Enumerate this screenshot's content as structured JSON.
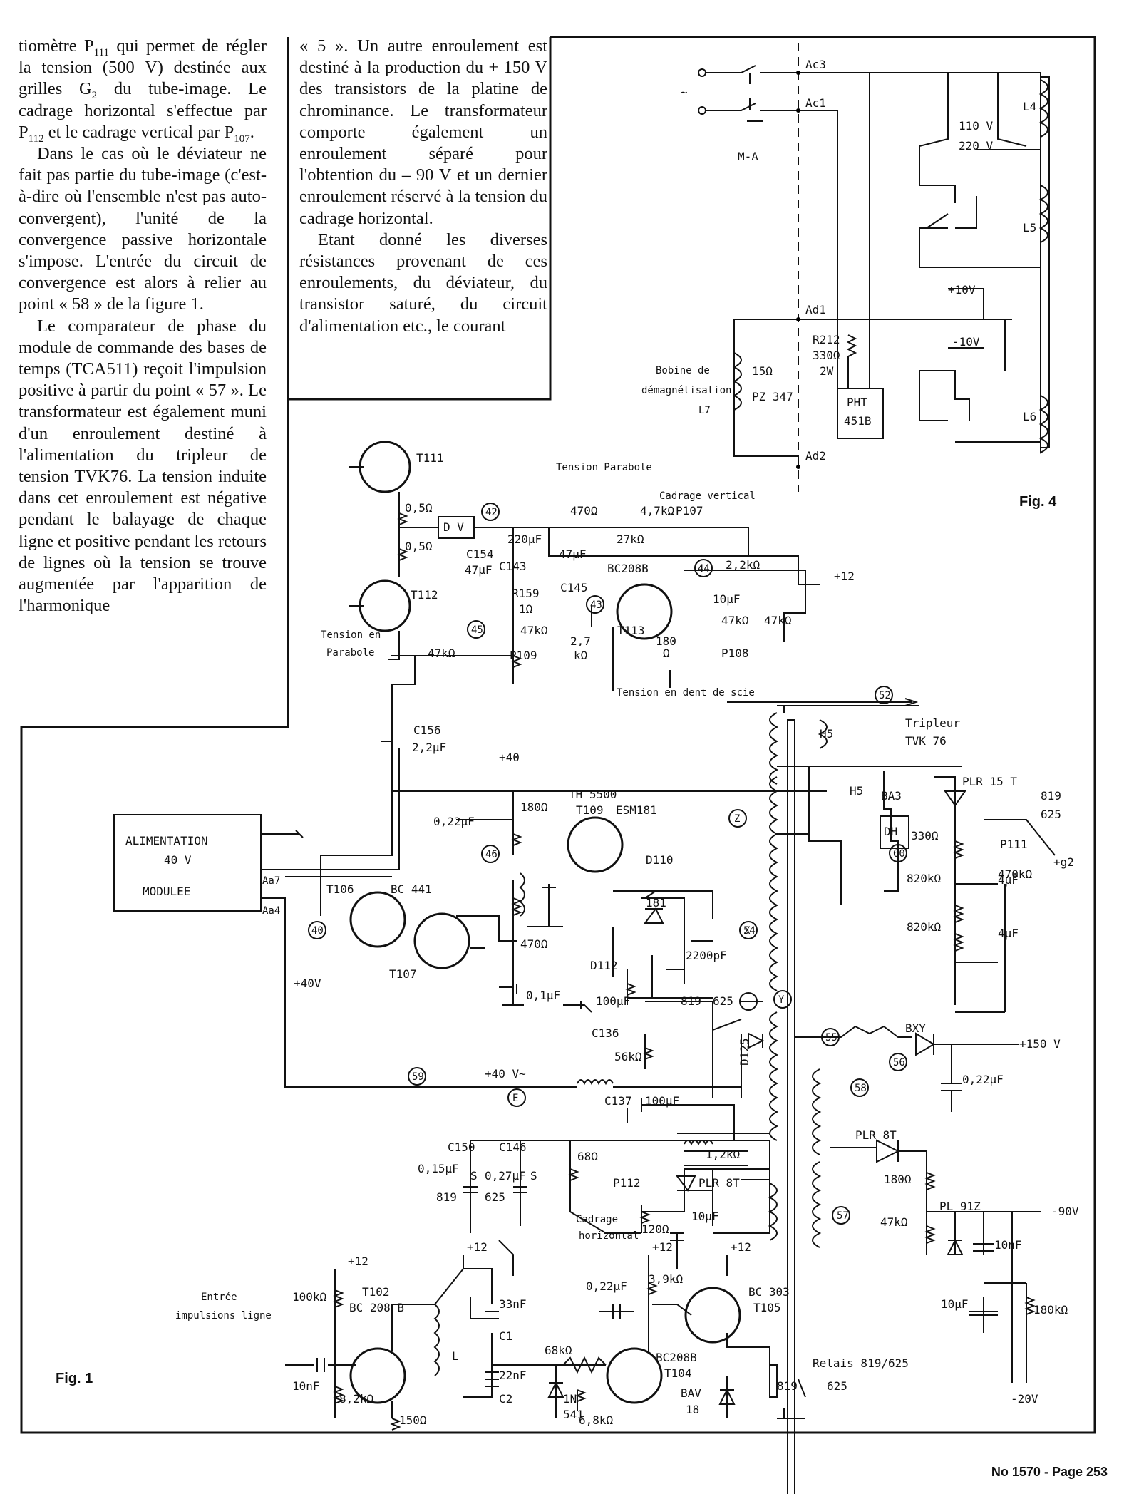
{
  "column1": {
    "p1": {
      "a": "tiomètre P",
      "s1": "111",
      "b": " qui permet de régler la tension (500 V) destinée aux grilles G",
      "s2": "2",
      "c": " du tube-image. Le cadrage horizontal s'effectue par P",
      "s3": "112",
      "d": " et le cadrage vertical par P",
      "s4": "107",
      "e": "."
    },
    "p2": "Dans le cas où le déviateur ne fait pas partie du tube-image (c'est-à-dire où l'ensemble n'est pas auto-convergent), l'unité de la convergence passive horizontale s'impose. L'entrée du circuit de convergence est alors à relier au point « 58 » de la figure 1.",
    "p3": "Le comparateur de phase du module de commande des bases de temps (TCA511) reçoit l'impulsion positive à partir du point « 57 ». Le transformateur est également muni d'un enroulement destiné à l'alimentation du tripleur de tension TVK76. La tension induite dans cet enroulement est négative pendant le balayage de chaque ligne et positive pendant les retours de lignes où la tension se trouve augmentée par l'apparition de l'harmonique"
  },
  "column2": {
    "p1": "« 5 ». Un autre enroulement est destiné à la production du + 150 V des transistors de la platine de chrominance. Le transformateur comporte également un enroulement séparé pour l'obtention du – 90 V et un dernier enroulement réservé à la tension du cadrage horizontal.",
    "p2": "Etant donné les diverses résistances provenant de ces enroulements, du déviateur, du transistor saturé, du circuit d'alimentation etc., le courant"
  },
  "fig4": {
    "caption": "Fig. 4",
    "labels": [
      "Ac3",
      "Ac1",
      "M-A",
      "110 V",
      "220 V",
      "L4",
      "L5",
      "+10V",
      "-10V",
      "Ad1",
      "Ad2",
      "R212",
      "330Ω",
      "2W",
      "PHT",
      "451B",
      "Bobine de",
      "démagnétisation",
      "L7",
      "15Ω",
      "PZ 347",
      "L6",
      "~"
    ]
  },
  "fig1": {
    "caption": "Fig. 1",
    "labels": {
      "t111": "T111",
      "r05a": "0,5Ω",
      "dv": "D V",
      "r05b": "0,5Ω",
      "t112": "T112",
      "tens_par": "Tension Parabole",
      "n42": "42",
      "r470": "470Ω",
      "cad_v": "Cadrage vertical",
      "r47k": "4,7kΩ",
      "p107": "P107",
      "c220": "220μF",
      "c154": "C154",
      "c154v": "47μF",
      "c143": "C143",
      "c47": "47μF",
      "r27k": "27kΩ",
      "bc208": "BC208B",
      "n44": "44",
      "r22k": "2,2kΩ",
      "p12": "+12",
      "c145": "C145",
      "r159": "R159",
      "r1": "1Ω",
      "n43": "43",
      "c10u": "10μF",
      "tens_en": "Tension en",
      "parabole": "Parabole",
      "r47kb": "47kΩ",
      "n45": "45",
      "r47kc": "47kΩ",
      "p109": "P109",
      "r27": "2,7",
      "kohm": "kΩ",
      "t113": "T113",
      "r180": "180",
      "ohm": "Ω",
      "r47kd": "47kΩ",
      "r47ke": "47kΩ",
      "p108": "P108",
      "dent": "Tension en dent de scie",
      "n52": "52",
      "tripleur": "Tripleur",
      "tvk": "TVK 76",
      "c156": "C156",
      "c156v": "2,2μF",
      "h5a": "H5",
      "h5b": "H5",
      "plus40": "+40",
      "r180b": "180Ω",
      "th": "TH 5500",
      "t109": "T109",
      "esm": "ESM181",
      "nz": "Z",
      "ba3": "BA3",
      "dh": "DH",
      "plr15": "PLR 15 T",
      "s819a": "819",
      "s625a": "625",
      "c022": "0,22μF",
      "n46": "46",
      "d110": "D110",
      "n181": "181",
      "r330": "330Ω",
      "p111": "P111",
      "r470k": "470kΩ",
      "g2": "+g2",
      "n60": "60",
      "alim1": "ALIMENTATION",
      "alim2": "40 V",
      "alim3": "MODULEE",
      "aa7": "Aa7",
      "aa4": "Aa4",
      "t106": "T106",
      "bc441": "BC 441",
      "n40": "40",
      "t107": "T107",
      "r470b": "470Ω",
      "n54": "54",
      "c2200": "2200pF",
      "nx": "X",
      "r820a": "820kΩ",
      "c4a": "4μF",
      "r820b": "820kΩ",
      "c4b": "4μF",
      "d112": "D112",
      "c01": "0,1μF",
      "p40v": "+40V",
      "c100a": "100μF",
      "s819b": "819",
      "s625b": "625",
      "ny": "Y",
      "c136": "C136",
      "r56k": "56kΩ",
      "d125": "D125",
      "n55": "55",
      "bxy": "BXY",
      "n56": "56",
      "p150": "+150 V",
      "n59": "59",
      "p40vb": "+40 V~",
      "ne": "E",
      "c022b": "0,22μF",
      "n58": "58",
      "c137": "C137",
      "c100b": "100μF",
      "c150": "C150",
      "c146": "C146",
      "c015": "0,15μF",
      "c027": "0,27μF",
      "sa": "S",
      "sb": "S",
      "s819c": "819",
      "s625c": "625",
      "r68": "68Ω",
      "r12k": "1,2kΩ",
      "p112": "P112",
      "plr8a": "PLR 8T",
      "cad_h": "Cadrage",
      "cad_h2": "horizontal",
      "r120": "120Ω",
      "c10b": "10μF",
      "plr8b": "PLR 8T",
      "n57": "57",
      "r180c": "180Ω",
      "pl91": "PL 91Z",
      "m90": "-90V",
      "r47kf": "47kΩ",
      "c10n": "10nF",
      "c10c": "10μF",
      "r180k": "180kΩ",
      "m20": "-20V",
      "p12a": "+12",
      "p12b": "+12",
      "p12c": "+12",
      "p12d": "+12",
      "r100k": "100kΩ",
      "t102": "T102",
      "bc208c": "BC 208 B",
      "entree1": "Entrée",
      "entree2": "impulsions ligne",
      "c10nb": "10nF",
      "r82k": "8,2kΩ",
      "r150": "150Ω",
      "nl": "L",
      "c33": "33nF",
      "c1": "C1",
      "c22": "22nF",
      "c2": "C2",
      "r68k": "68kΩ",
      "in1": "1N",
      "in2": "541",
      "c022c": "0,22μF",
      "r39k": "3,9kΩ",
      "bc303": "BC 303",
      "t105": "T105",
      "bc208d": "BC208B",
      "t104": "T104",
      "r68k2": "6,8kΩ",
      "bav1": "BAV",
      "bav2": "18",
      "relais": "Relais 819/625",
      "s819d": "819",
      "s625d": "625"
    }
  },
  "footer": {
    "issue": "No 1570",
    "sep": " - ",
    "page": "Page 253"
  }
}
